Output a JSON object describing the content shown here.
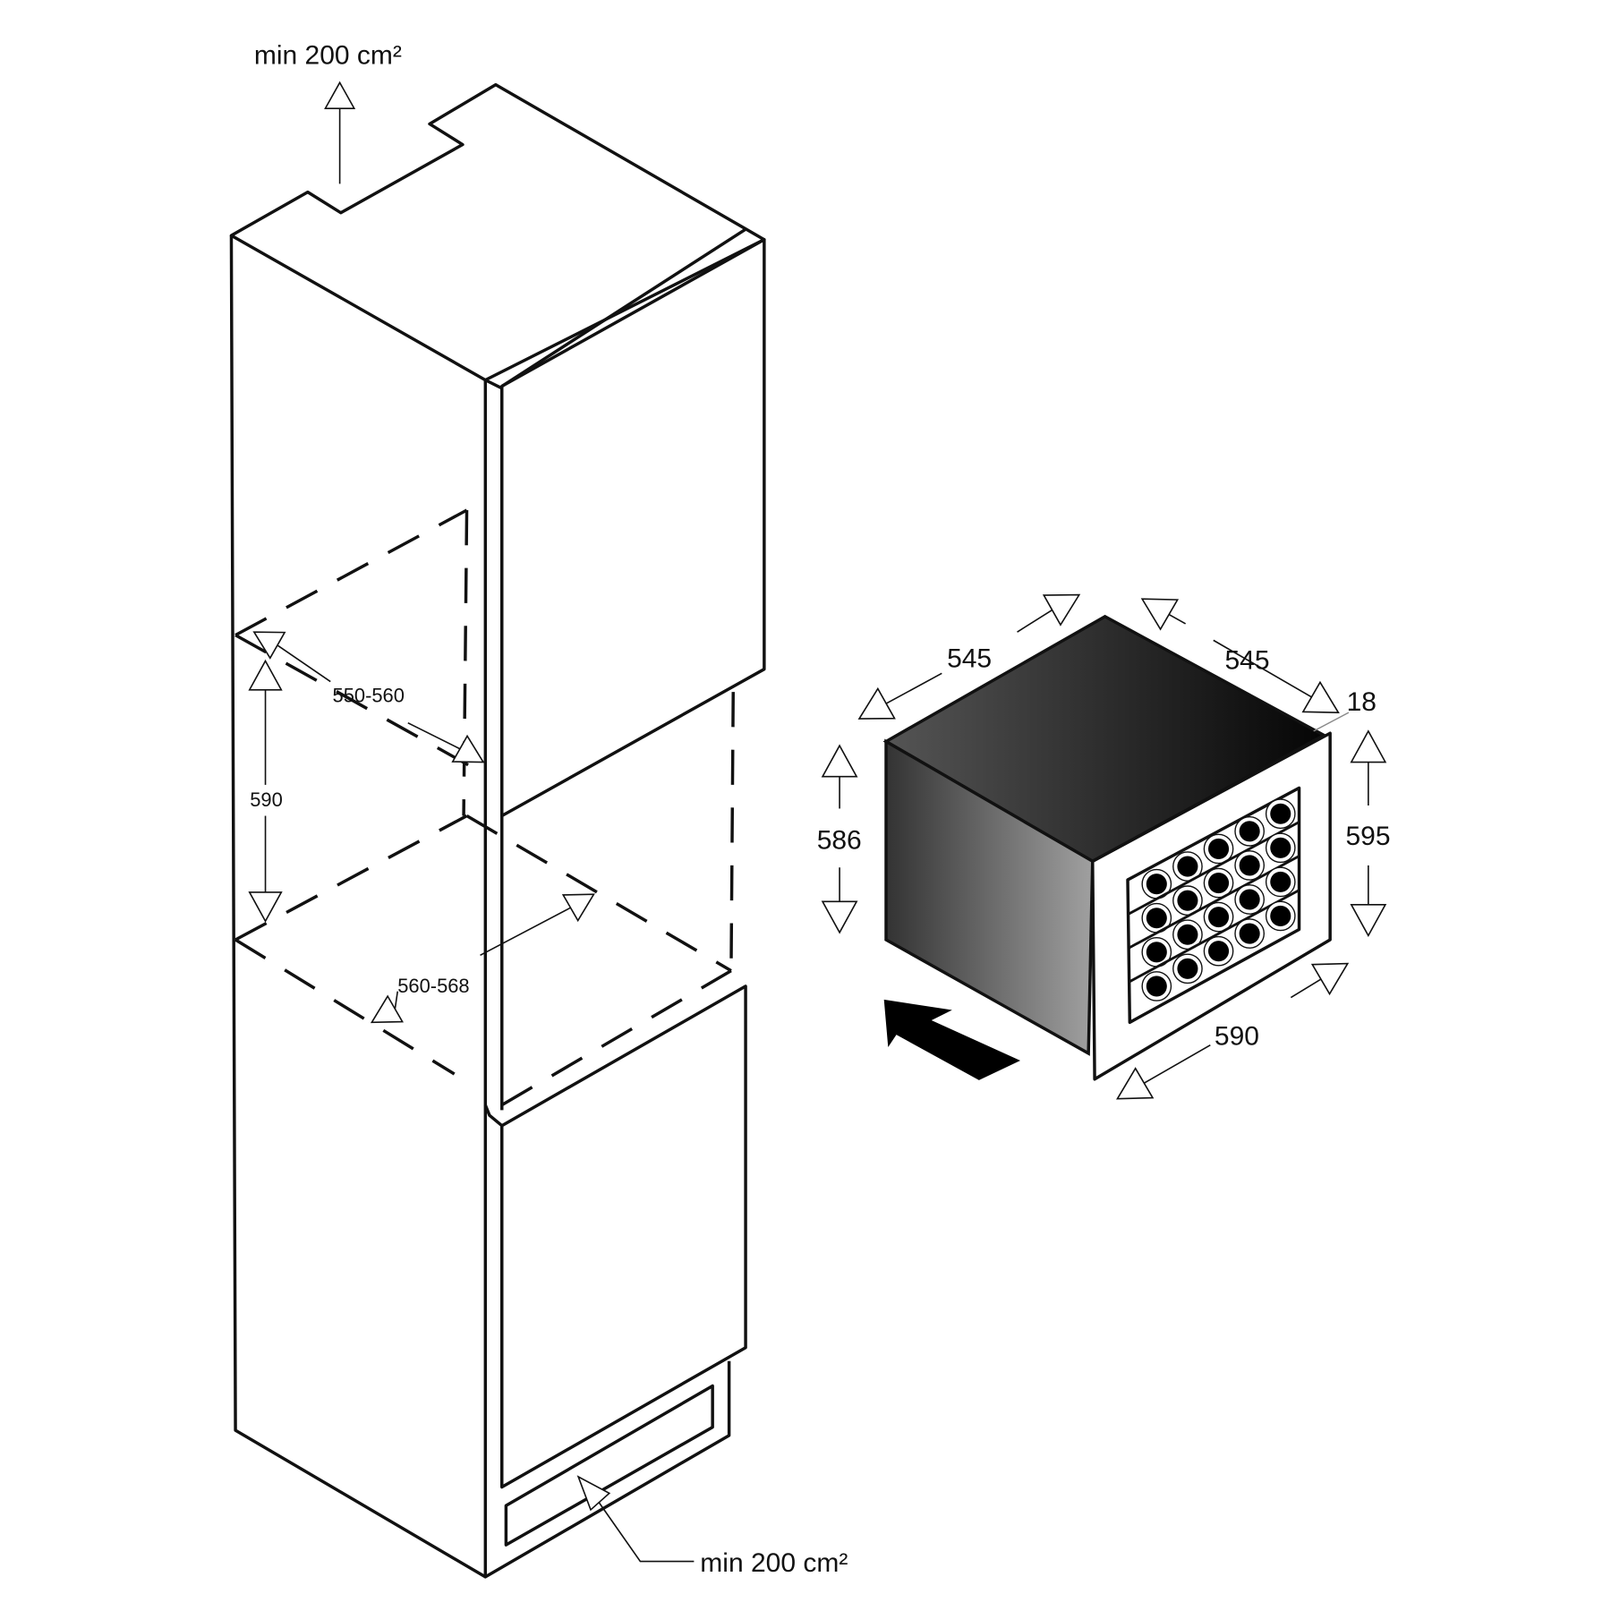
{
  "colors": {
    "door": "#922220",
    "line": "#111111",
    "appliance_dark": "#0a0a0a",
    "appliance_light": "#9a9a9a"
  },
  "labels": {
    "vent_top": "min 200 cm²",
    "vent_bottom": "min 200 cm²",
    "niche_height": "590",
    "niche_depth": "550-560",
    "niche_width": "560-568",
    "unit_depth": "545",
    "unit_side_depth": "545",
    "frame_thickness": "18",
    "unit_height": "586",
    "frame_height": "595",
    "frame_width": "590"
  },
  "appliance": {
    "bottle_columns": 5,
    "bottle_rows": 4
  }
}
